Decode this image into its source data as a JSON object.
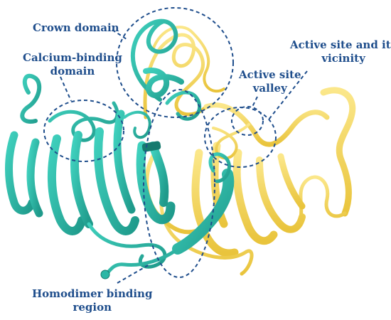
{
  "figure": {
    "colors": {
      "chain_a": "#2cb7a6",
      "chain_a_dark": "#157a6e",
      "chain_b": "#f4d75a",
      "chain_b_dark": "#b8982a",
      "annotation": "#1f4e8c"
    },
    "labels": {
      "crown": "Crown domain",
      "calcium_line1": "Calcium-binding",
      "calcium_line2": "domain",
      "active_valley_line1": "Active site",
      "active_valley_line2": "valley",
      "active_vicinity_line1": "Active site and its",
      "active_vicinity_line2": "vicinity",
      "homodimer_line1": "Homodimer binding",
      "homodimer_line2": "region"
    }
  }
}
